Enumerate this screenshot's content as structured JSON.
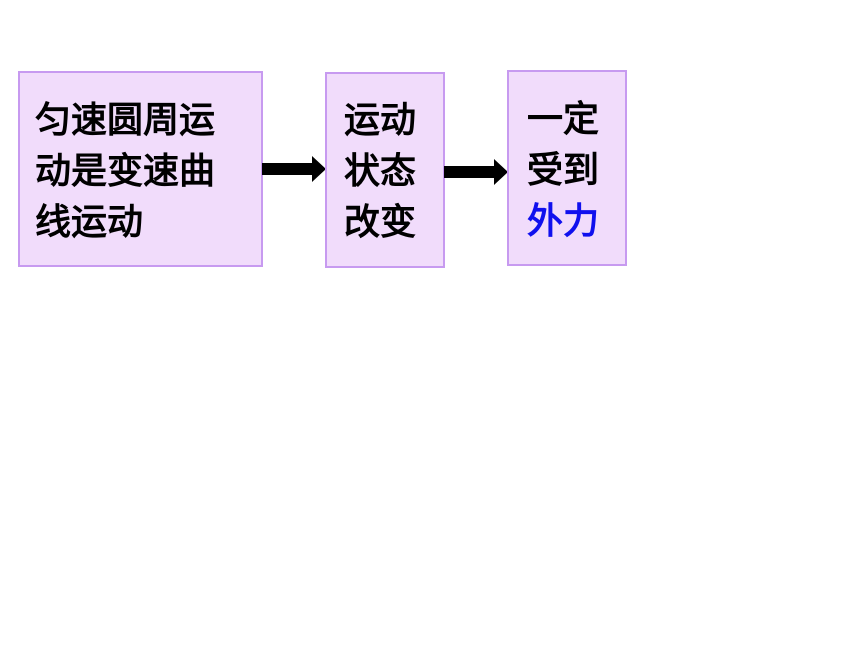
{
  "colors": {
    "box_fill": "#f1dcfb",
    "box_border": "#c79af0",
    "text": "#000000",
    "highlight": "#1010ee",
    "arrow": "#000000"
  },
  "boxes": [
    {
      "lines": [
        "匀速圆周运",
        "动是变速曲",
        "线运动"
      ]
    },
    {
      "lines": [
        "运动",
        "状态",
        "改变"
      ]
    },
    {
      "lines": [
        "一定",
        "受到",
        "外力"
      ],
      "highlight_line": 2
    }
  ],
  "arrows": [
    {
      "from": 0,
      "to": 1,
      "icon": "arrow-right-icon"
    },
    {
      "from": 1,
      "to": 2,
      "icon": "arrow-right-icon"
    }
  ]
}
